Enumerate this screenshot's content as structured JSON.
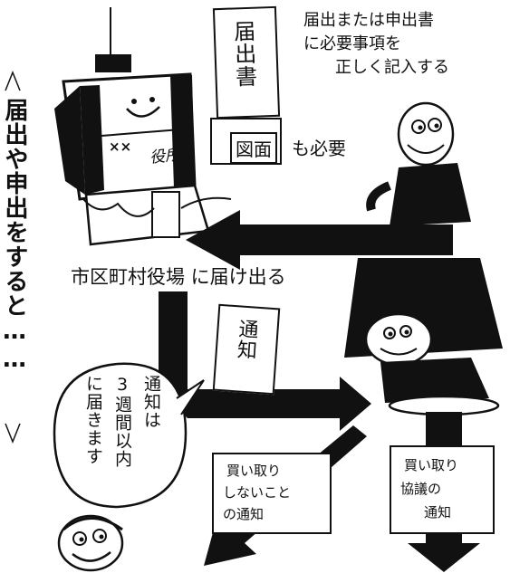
{
  "title_vertical": "届出や申出をすると……",
  "form": {
    "doc_label": "届出書",
    "instruction_lines": [
      "届出または申出書",
      "に必要事項を",
      "正しく記入する"
    ],
    "map_label": "図面",
    "map_suffix": "も必要"
  },
  "office": {
    "sign": "役所",
    "marks": "××"
  },
  "submit_label": "市区町村役場 に届け出る",
  "notice": {
    "doc_label": "通知",
    "bubble_lines": [
      "通知は",
      "3週間以内",
      "に届きます"
    ]
  },
  "outcomes": {
    "no_purchase_lines": [
      "買い取り",
      "しないこと",
      "の通知"
    ],
    "purchase_lines": [
      "買い取り",
      "協議の",
      "通知"
    ]
  }
}
